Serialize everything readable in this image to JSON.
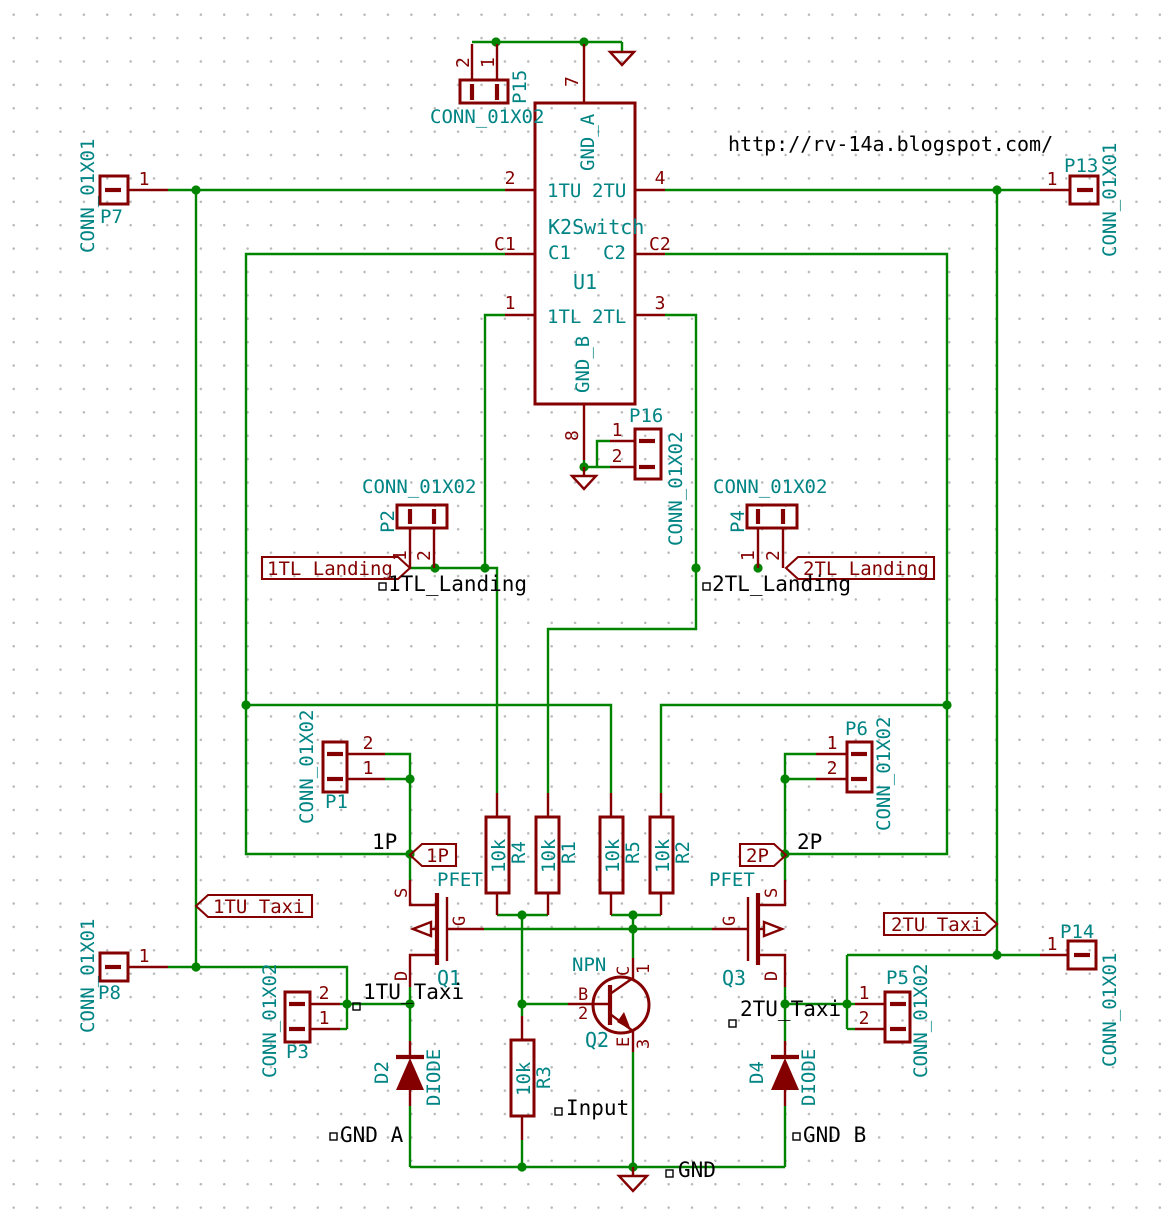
{
  "url": "http://rv-14a.blogspot.com/",
  "colors": {
    "wire_green": "#008400",
    "component_red": "#840000",
    "field_teal": "#008484",
    "label_black": "#000000",
    "background": "#ffffff",
    "grid_dot": "#b9b9b9"
  },
  "u1": {
    "ref": "U1",
    "value": "K2Switch",
    "pin_numbers": {
      "p2": "2",
      "p4": "4",
      "p1": "1",
      "p3": "3",
      "p7": "7",
      "p8": "8",
      "pc1": "C1",
      "pc2": "C2"
    },
    "pin_names": {
      "tu1": "1TU",
      "tu2": "2TU",
      "tl1": "1TL",
      "tl2": "2TL",
      "c1": "C1",
      "c2": "C2",
      "gnda": "GND_A",
      "gndb": "GND_B"
    }
  },
  "conn": {
    "P1": {
      "ref": "P1",
      "value": "CONN_01X02",
      "p1": "1",
      "p2": "2"
    },
    "P2": {
      "ref": "P2",
      "value": "CONN_01X02",
      "p1": "1",
      "p2": "2"
    },
    "P3": {
      "ref": "P3",
      "value": "CONN_01X02",
      "p1": "1",
      "p2": "2"
    },
    "P4": {
      "ref": "P4",
      "value": "CONN_01X02",
      "p1": "1",
      "p2": "2"
    },
    "P5": {
      "ref": "P5",
      "value": "CONN_01X02",
      "p1": "1",
      "p2": "2"
    },
    "P6": {
      "ref": "P6",
      "value": "CONN_01X02",
      "p1": "1",
      "p2": "2"
    },
    "P7": {
      "ref": "P7",
      "value": "CONN_01X01",
      "p1": "1"
    },
    "P8": {
      "ref": "P8",
      "value": "CONN_01X01",
      "p1": "1"
    },
    "P13": {
      "ref": "P13",
      "value": "CONN_01X01",
      "p1": "1"
    },
    "P14": {
      "ref": "P14",
      "value": "CONN_01X01",
      "p1": "1"
    },
    "P15": {
      "ref": "P15",
      "value": "CONN_01X02",
      "p1": "1",
      "p2": "2"
    },
    "P16": {
      "ref": "P16",
      "value": "CONN_01X02",
      "p1": "1",
      "p2": "2"
    }
  },
  "res": {
    "R1": {
      "ref": "R1",
      "value": "10k"
    },
    "R2": {
      "ref": "R2",
      "value": "10k"
    },
    "R3": {
      "ref": "R3",
      "value": "10k"
    },
    "R4": {
      "ref": "R4",
      "value": "10k"
    },
    "R5": {
      "ref": "R5",
      "value": "10k"
    }
  },
  "tr": {
    "Q1": {
      "ref": "Q1",
      "value": "PFET",
      "s": "S",
      "g": "G",
      "d": "D"
    },
    "Q2": {
      "ref": "Q2",
      "value": "NPN",
      "c": "C",
      "b": "B",
      "e": "E",
      "nc": "1",
      "nb": "2",
      "ne": "3"
    },
    "Q3": {
      "ref": "Q3",
      "value": "PFET",
      "s": "S",
      "g": "G",
      "d": "D"
    }
  },
  "di": {
    "D2": {
      "ref": "D2",
      "value": "DIODE"
    },
    "D4": {
      "ref": "D4",
      "value": "DIODE"
    }
  },
  "gl": {
    "landing1": "1TL_Landing",
    "landing2": "2TL_Landing",
    "p1": "1P",
    "p2": "2P",
    "taxi1": "1TU_Taxi",
    "taxi2": "2TU_Taxi"
  },
  "nl": {
    "landing1": "1TL_Landing",
    "landing2": "2TL_Landing",
    "p1": "1P",
    "p2": "2P",
    "taxi1": "1TU_Taxi",
    "taxi2": "2TU_Taxi",
    "gnda": "GND A",
    "gndb": "GND B",
    "gnd": "GND",
    "input": "Input"
  }
}
